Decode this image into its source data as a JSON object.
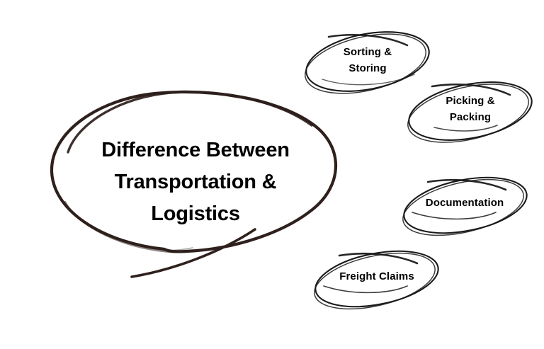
{
  "diagram": {
    "type": "hand-drawn-mind-map",
    "background_color": "#ffffff",
    "stroke_color_main": "#2e201c",
    "stroke_color_nodes": "#1a1a1a",
    "text_color": "#000000",
    "main_bubble": {
      "label": "Difference Between\nTransportation &\nLogistics",
      "lines": [
        "Difference Between",
        "Transportation &",
        "Logistics"
      ],
      "shape": "ellipse-with-tail"
    },
    "nodes": [
      {
        "label": "Sorting &\nStoring",
        "lines": [
          "Sorting &",
          "Storing"
        ],
        "shape": "double-stroke-ellipse"
      },
      {
        "label": "Picking &\nPacking",
        "lines": [
          "Picking &",
          "Packing"
        ],
        "shape": "double-stroke-ellipse"
      },
      {
        "label": "Documentation",
        "lines": [
          "Documentation"
        ],
        "shape": "double-stroke-ellipse"
      },
      {
        "label": "Freight Claims",
        "lines": [
          "Freight Claims"
        ],
        "shape": "double-stroke-ellipse"
      }
    ]
  }
}
